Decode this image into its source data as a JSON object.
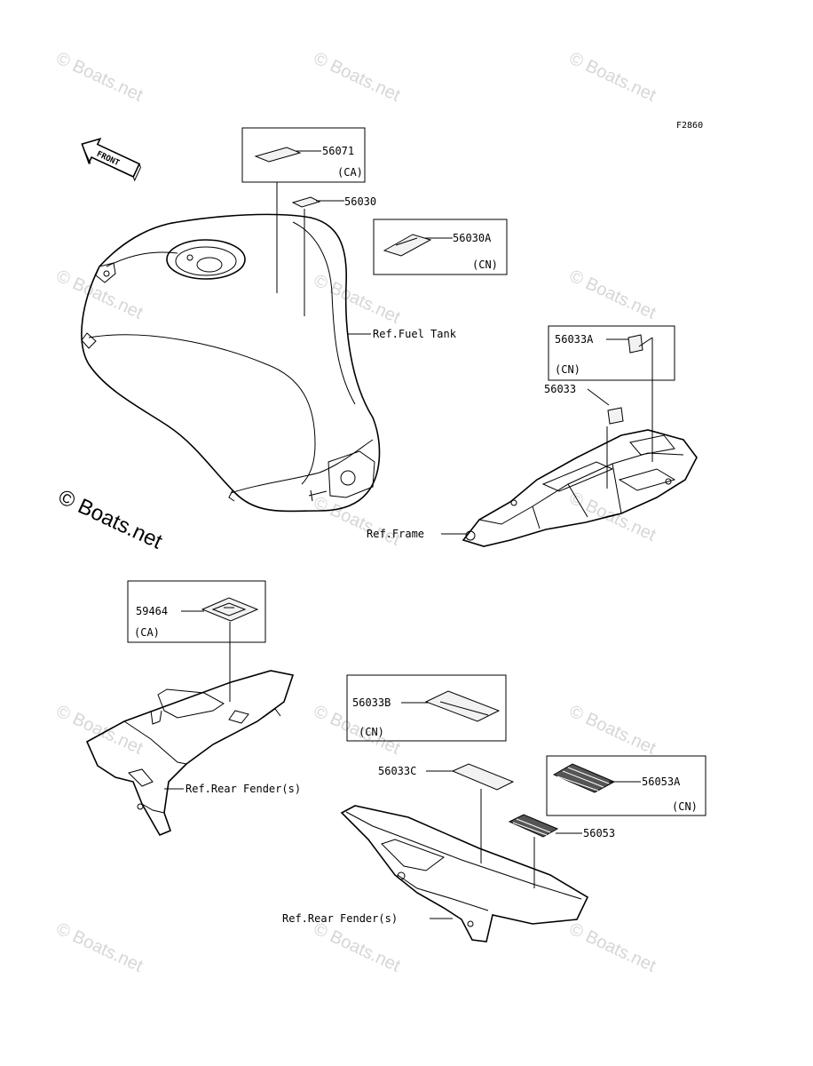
{
  "diagram_code": "F2860",
  "front_label": "FRONT",
  "watermark": "© Boats.net",
  "labels": {
    "p56071": "56071",
    "p56071_region": "(CA)",
    "p56030": "56030",
    "p56030A": "56030A",
    "p56030A_region": "(CN)",
    "ref_fuel_tank": "Ref.Fuel Tank",
    "p56033A": "56033A",
    "p56033A_region": "(CN)",
    "p56033": "56033",
    "ref_frame": "Ref.Frame",
    "p59464": "59464",
    "p59464_region": "(CA)",
    "ref_rear_fender_1": "Ref.Rear Fender(s)",
    "p56033B": "56033B",
    "p56033B_region": "(CN)",
    "p56033C": "56033C",
    "p56053A": "56053A",
    "p56053A_region": "(CN)",
    "p56053": "56053",
    "ref_rear_fender_2": "Ref.Rear Fender(s)"
  }
}
